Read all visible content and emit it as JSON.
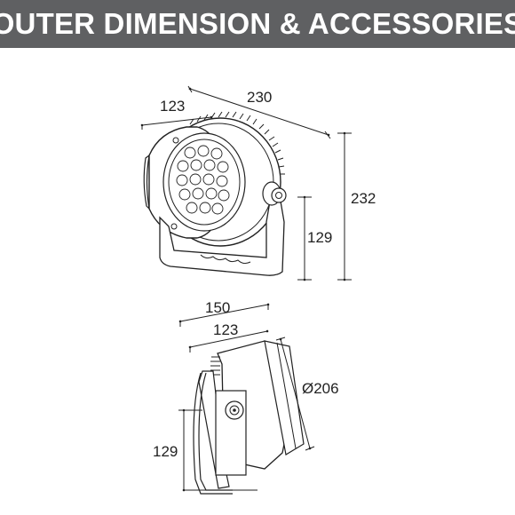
{
  "header": {
    "title": "OUTER DIMENSION & ACCESSORIES"
  },
  "front_view": {
    "dims": {
      "length": "230",
      "depth": "123",
      "height": "232",
      "mount_height": "129"
    }
  },
  "side_view": {
    "dims": {
      "width": "150",
      "depth": "123",
      "diameter": "Ø206",
      "mount_height": "129"
    }
  },
  "colors": {
    "banner": "#5f6062",
    "banner_text": "#ffffff",
    "line": "#222222"
  }
}
